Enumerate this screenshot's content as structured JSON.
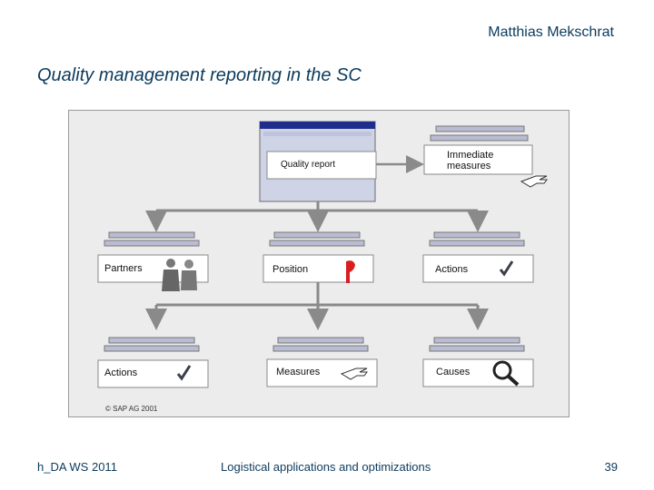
{
  "header": {
    "author": "Matthias Mekschrat",
    "title": "Quality management reporting in the SC"
  },
  "diagram": {
    "quality_report": "Quality report",
    "immediate_measures": "Immediate\nmeasures",
    "level1": [
      "Partners",
      "Position",
      "Actions"
    ],
    "level2": [
      "Actions",
      "Measures",
      "Causes"
    ],
    "copyright": "© SAP AG 2001",
    "colors": {
      "box_stack": "#b9bcd2",
      "arrow": "#8a8a8a",
      "check": "#3a3f4a",
      "window_blue": "#1f2e8c"
    }
  },
  "footer": {
    "left": "h_DA  WS 2011",
    "center": "Logistical applications and optimizations",
    "page": "39"
  }
}
